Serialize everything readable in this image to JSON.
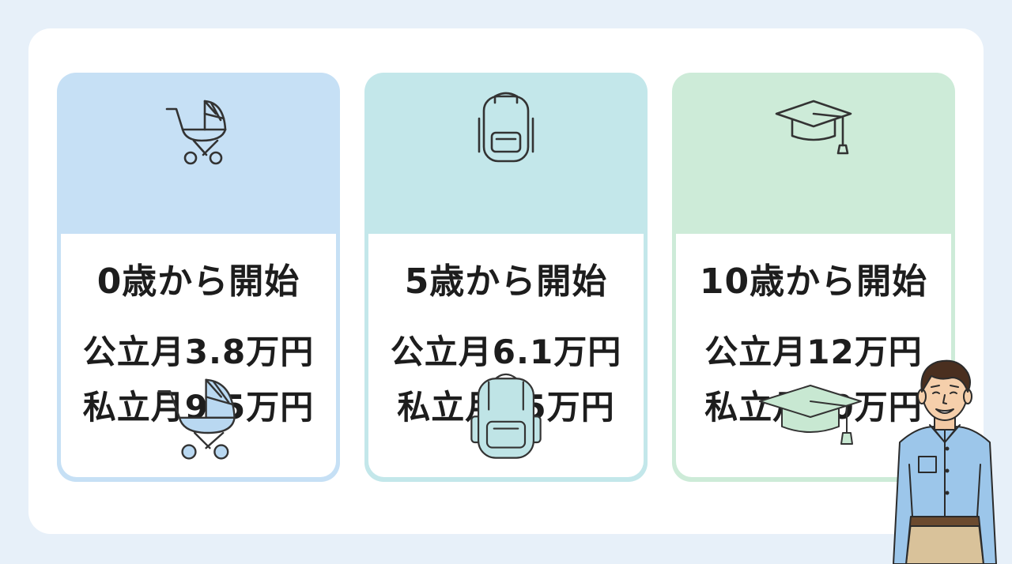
{
  "cards": [
    {
      "title": "0歳から開始",
      "public": "公立月3.8万円",
      "private": "私立月9.5万円",
      "icon": "stroller-icon"
    },
    {
      "title": "5歳から開始",
      "public": "公立月6.1万円",
      "private": "私立月15万円",
      "icon": "backpack-icon"
    },
    {
      "title": "10歳から開始",
      "public": "公立月12万円",
      "private": "私立月30万円",
      "icon": "graduation-cap-icon"
    }
  ],
  "colors": {
    "card1": "#c6e0f5",
    "card2": "#c3e7ea",
    "card3": "#cdebd8",
    "text": "#1d1d1d",
    "background": "#e7f0f9"
  }
}
